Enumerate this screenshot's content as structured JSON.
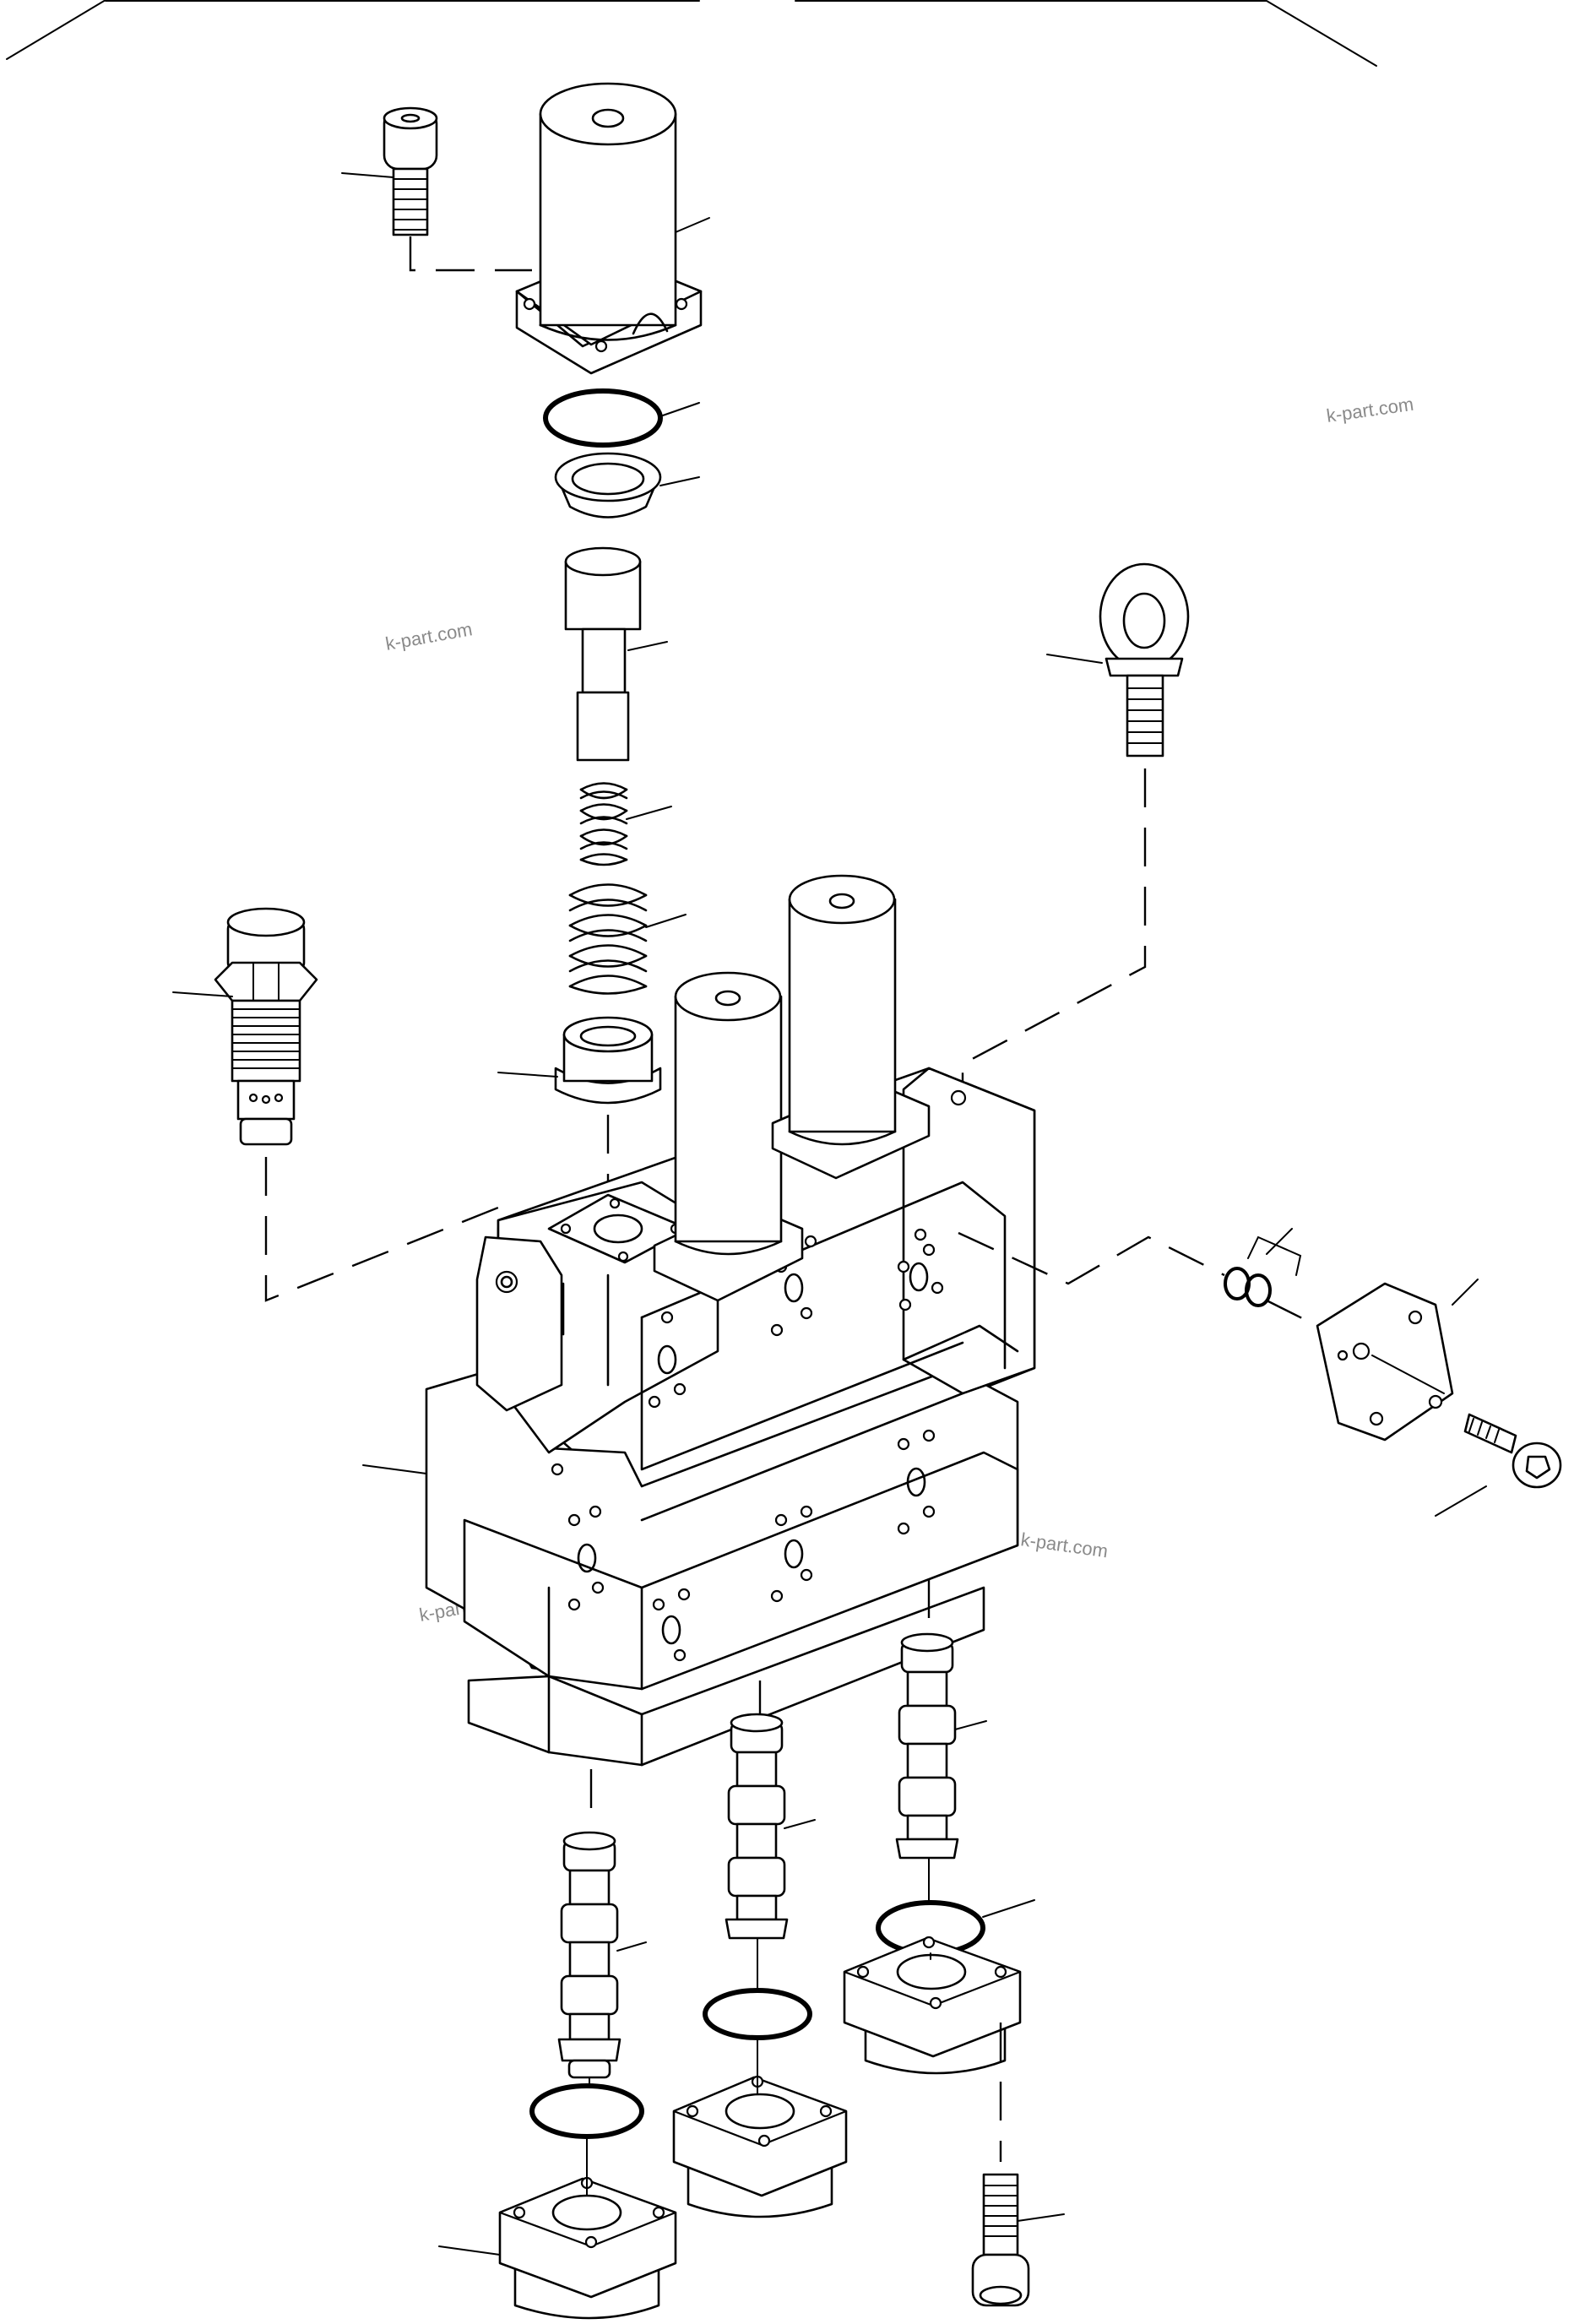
{
  "diagram": {
    "watermarks": [
      "k-part.com",
      "k-part.com",
      "k-part.com",
      "k-part.com"
    ],
    "parts": [
      "cap-screw-top",
      "solenoid-top",
      "o-ring-top",
      "seat-top",
      "spool-top",
      "inner-spring",
      "outer-spring",
      "seat-lower",
      "plug-relief",
      "eye-bolt",
      "valve-body",
      "solenoid-left",
      "solenoid-right",
      "o-rings-small",
      "side-cover",
      "cap-screw-side",
      "spool-left",
      "spool-middle",
      "spool-right",
      "o-ring-left",
      "o-ring-middle",
      "o-ring-right",
      "cover-left",
      "cover-middle",
      "cover-right",
      "cap-screw-bottom"
    ]
  }
}
